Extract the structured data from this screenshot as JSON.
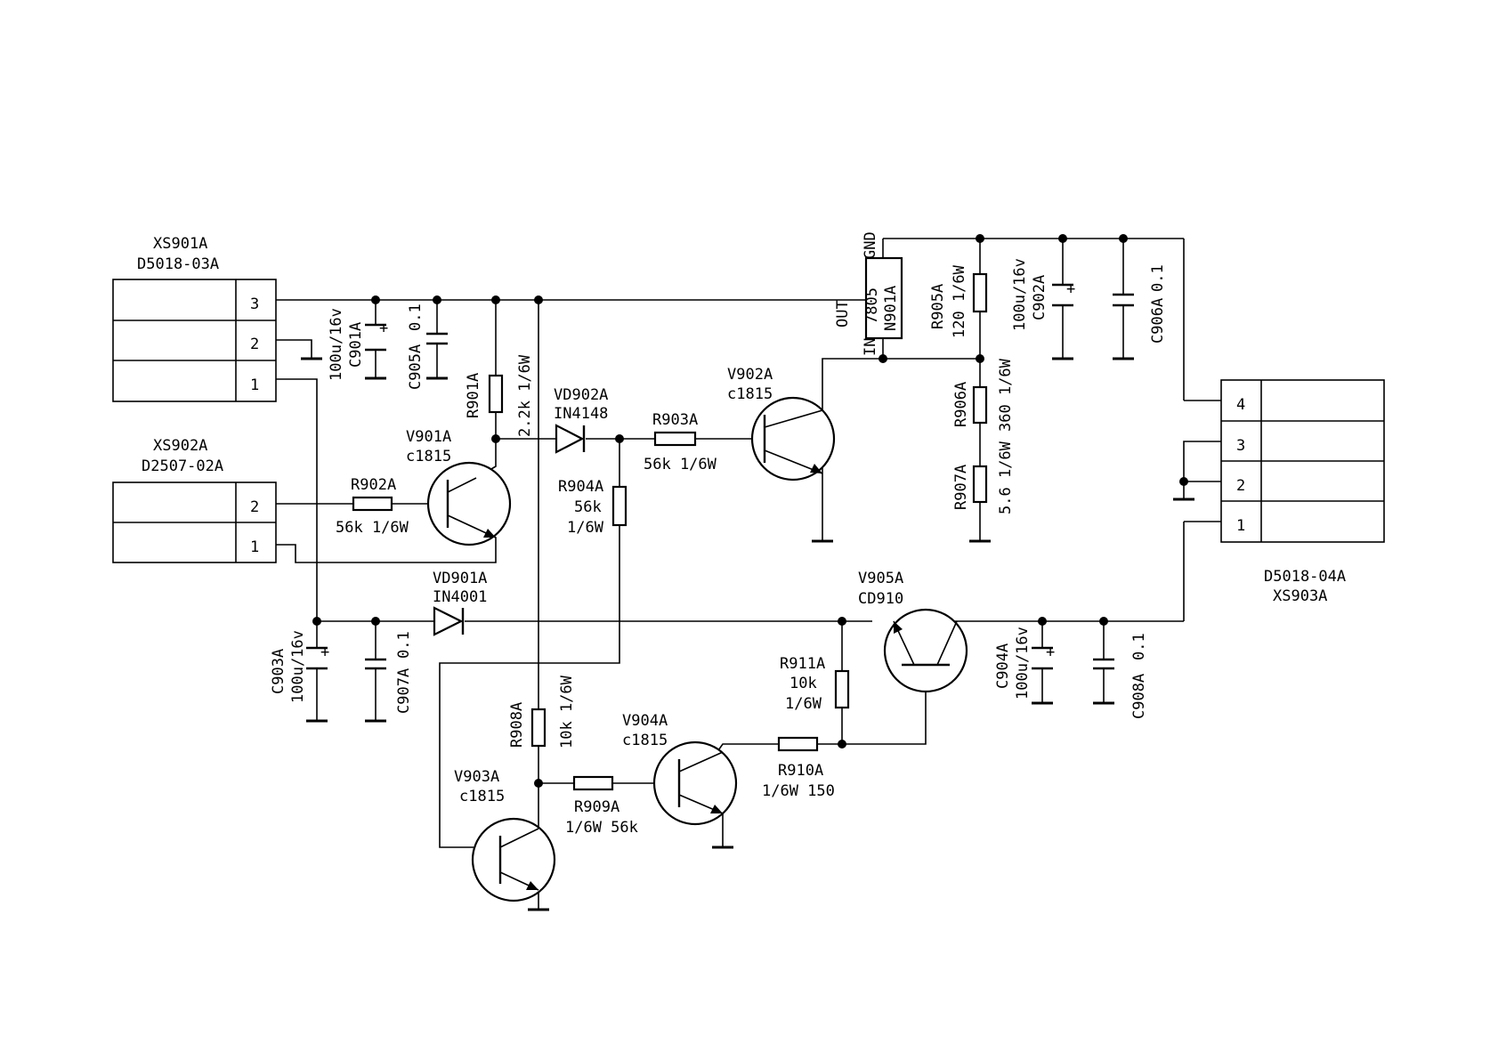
{
  "colors": {
    "ink": "#000000",
    "background": "#ffffff"
  },
  "connectors": {
    "xs901a": {
      "ref": "XS901A",
      "part": "D5018-03A",
      "pins": [
        "3",
        "2",
        "1"
      ]
    },
    "xs902a": {
      "ref": "XS902A",
      "part": "D2507-02A",
      "pins": [
        "2",
        "1"
      ]
    },
    "xs903a": {
      "ref": "XS903A",
      "part": "D5018-04A",
      "pins": [
        "4",
        "3",
        "2",
        "1"
      ]
    }
  },
  "resistors": {
    "r901a": {
      "ref": "R901A",
      "value": "2.2k 1/6W"
    },
    "r902a": {
      "ref": "R902A",
      "value": "56k 1/6W"
    },
    "r903a": {
      "ref": "R903A",
      "value": "56k 1/6W"
    },
    "r904a": {
      "ref": "R904A",
      "value1": "56k",
      "value2": "1/6W"
    },
    "r905a": {
      "ref": "R905A",
      "value": "120 1/6W"
    },
    "r906a": {
      "ref": "R906A",
      "value": "360 1/6W"
    },
    "r907a": {
      "ref": "R907A",
      "value": "5.6 1/6W"
    },
    "r908a": {
      "ref": "R908A",
      "value": "10k 1/6W"
    },
    "r909a": {
      "ref": "R909A",
      "value": "1/6W 56k"
    },
    "r910a": {
      "ref": "R910A",
      "value": "1/6W 150"
    },
    "r911a": {
      "ref": "R911A",
      "value1": "10k",
      "value2": "1/6W"
    }
  },
  "capacitors": {
    "c901a": {
      "ref": "C901A",
      "value": "100u/16v"
    },
    "c902a": {
      "ref": "C902A",
      "value": "100u/16v"
    },
    "c903a": {
      "ref": "C903A",
      "value": "100u/16v"
    },
    "c904a": {
      "ref": "C904A",
      "value": "100u/16v"
    },
    "c905a": {
      "ref": "C905A",
      "value": "0.1"
    },
    "c906a": {
      "ref": "C906A",
      "value": "0.1"
    },
    "c907a": {
      "ref": "C907A",
      "value": "0.1"
    },
    "c908a": {
      "ref": "C908A",
      "value": "0.1"
    }
  },
  "diodes": {
    "vd901a": {
      "ref": "VD901A",
      "part": "IN4001"
    },
    "vd902a": {
      "ref": "VD902A",
      "part": "IN4148"
    }
  },
  "transistors": {
    "v901a": {
      "ref": "V901A",
      "part": "c1815"
    },
    "v902a": {
      "ref": "V902A",
      "part": "c1815"
    },
    "v903a": {
      "ref": "V903A",
      "part": "c1815"
    },
    "v904a": {
      "ref": "V904A",
      "part": "c1815"
    },
    "v905a": {
      "ref": "V905A",
      "part": "CD910"
    }
  },
  "regulator": {
    "ref": "N901A",
    "part": "7805",
    "pin_gnd": "GND",
    "pin_out": "OUT",
    "pin_in": "IN"
  },
  "symbols": {
    "plus": "+"
  }
}
